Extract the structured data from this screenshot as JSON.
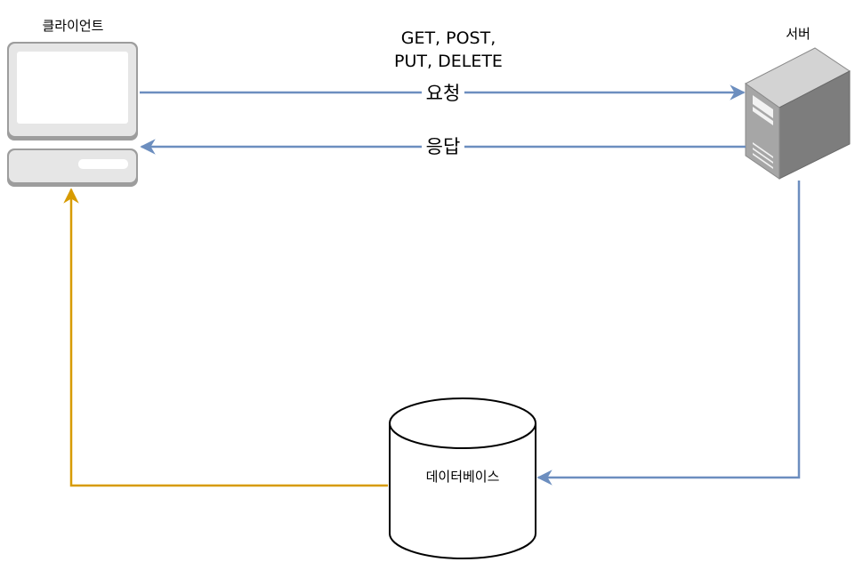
{
  "nodes": {
    "client": {
      "label": "클라이언트"
    },
    "server": {
      "label": "서버"
    },
    "database": {
      "label": "데이터베이스"
    }
  },
  "edges": {
    "request": {
      "methods_line1": "GET, POST,",
      "methods_line2": "PUT, DELETE",
      "label": "요청"
    },
    "response": {
      "label": "응답"
    }
  },
  "colors": {
    "blue_arrow": "#6c8ebf",
    "orange_arrow": "#d79b00",
    "computer_body": "#e6e6e6",
    "computer_stroke": "#9d9d9d",
    "server_front": "#a6a6a6",
    "server_top": "#d3d3d3",
    "server_side": "#7d7d7d"
  }
}
